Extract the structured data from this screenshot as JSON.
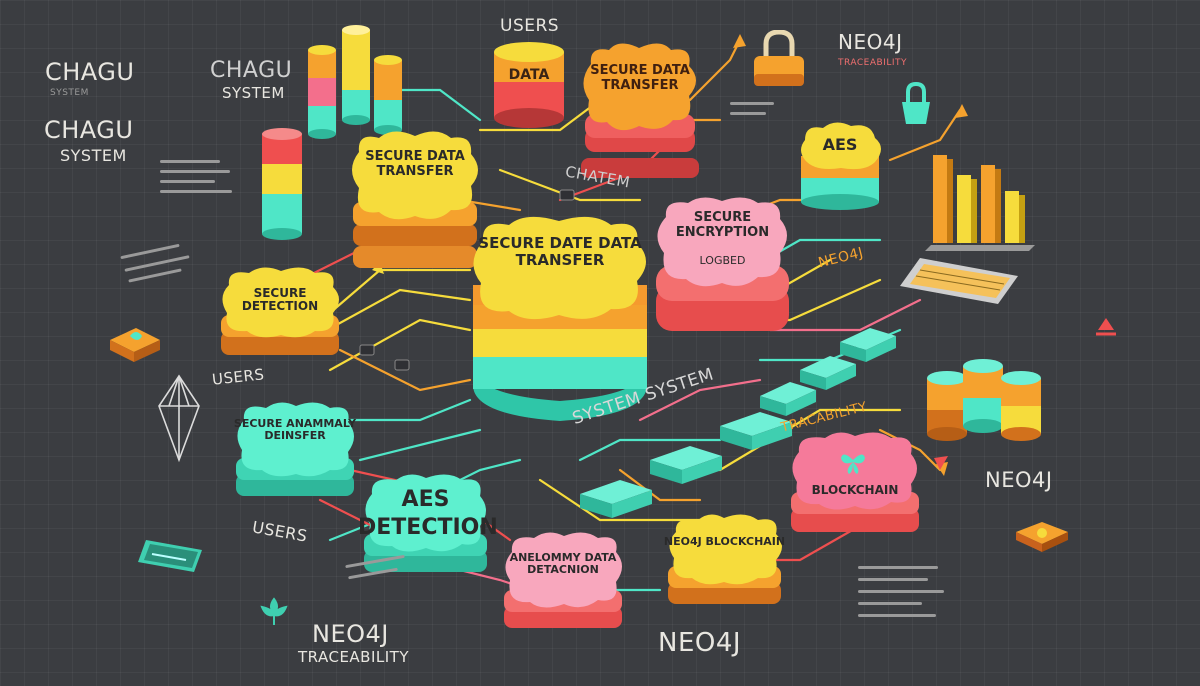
{
  "labels": {
    "chagu_1": "CHAGU",
    "chagu_1_sub": "SYSTEM",
    "chagu_2": "CHAGU",
    "chagu_2_sub": "SYSTEM",
    "chagu_3": "CHAGU",
    "chagu_3_sub": "SYSTEM",
    "users_top": "USERS",
    "users_left": "USERS",
    "users_bottom": "USERS",
    "neo4j_top": "NEO4J",
    "neo4j_top_sub": "TRACEABILITY",
    "neo4j_right": "NEO4J",
    "neo4j_bottom_left": "NEO4J",
    "neo4j_bottom_left_sub": "TRACEABILITY",
    "neo4j_bottom_center": "NEO4J",
    "neo4j_diag": "NEO4J",
    "chatem": "CHATEM",
    "system_system": "SYSTEM  SYSTEM",
    "tracability": "TRACABILITY"
  },
  "nodes": {
    "data_cylinder": "DATA",
    "secure_data_transfer_top": "SECURE DATA TRANSFER",
    "secure_data_transfer_left": "SECURE DATA TRANSFER",
    "aes_top_right": "AES",
    "secure_encryption": "SECURE ENCRYPTION",
    "secure_encryption_sub": "LOGBED",
    "central_stack": "SECURE DATE DATA TRANSFER",
    "secure_detection": "SECURE DETECTION",
    "secure_anomaly": "SECURE ANAMMALY DEINSFER",
    "aes_detection": "AES DETECTION",
    "anomaly_detection": "ANELOMMY DATA DETACNION",
    "neo4j_blockchain": "NEO4J BLOCKCHAIN",
    "blockchain": "BLOCKCHAIN"
  },
  "colors": {
    "background": "#3b3d41",
    "yellow": "#f6dc3c",
    "orange": "#f5a22e",
    "teal": "#4fe6c7",
    "pink": "#f36f8c",
    "lightpink": "#f8a7bd",
    "red": "#ef4f4f",
    "text_light": "#e8e6e0"
  },
  "icons": [
    "padlock-icon",
    "crystal-icon",
    "butterfly-icon",
    "bar-chart-icon",
    "keyboard-icon",
    "laptop-icon",
    "cube-icon",
    "wallet-icon"
  ]
}
